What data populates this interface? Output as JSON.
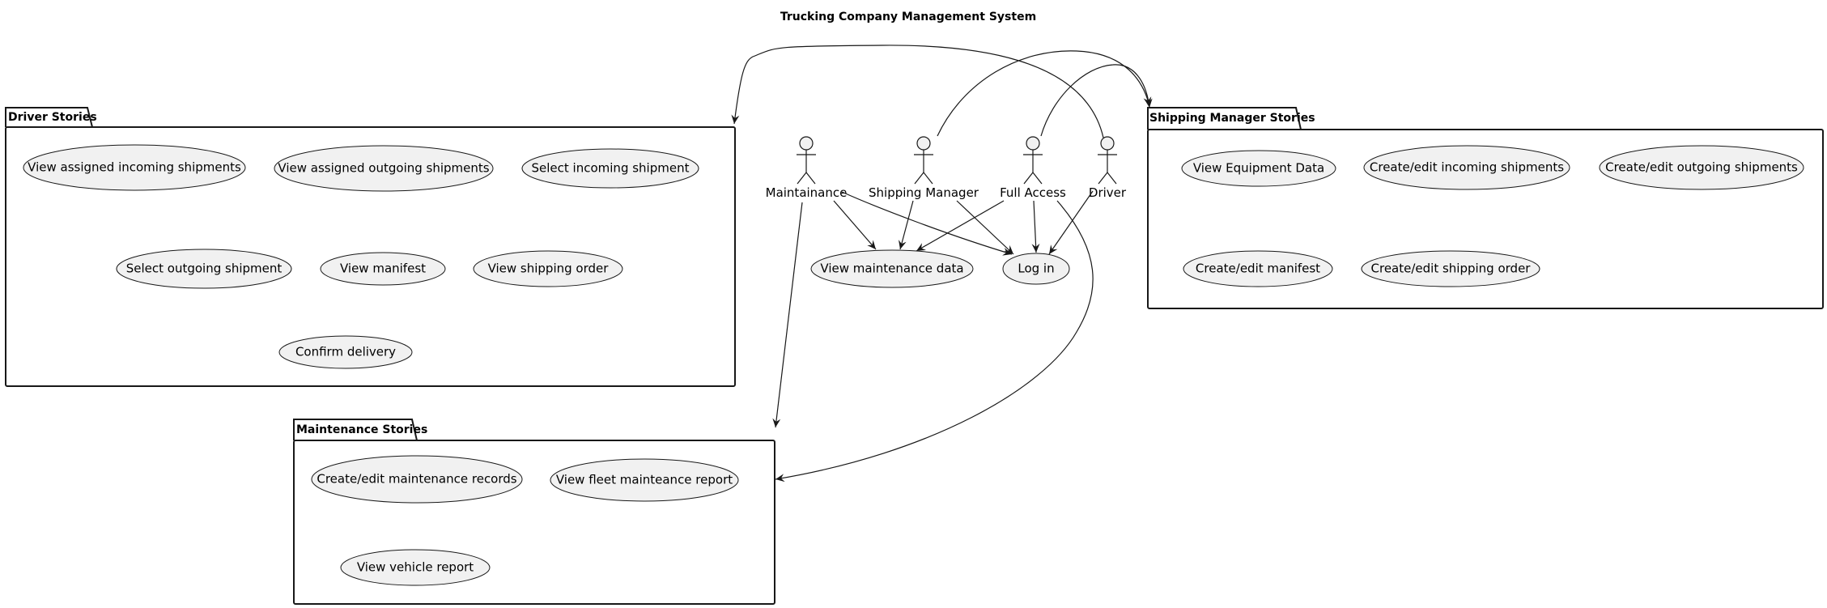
{
  "title": "Trucking Company Management System",
  "packages": {
    "driver": {
      "title": "Driver Stories",
      "use_cases": [
        "View assigned incoming shipments",
        "View assigned outgoing shipments",
        "Select incoming shipment",
        "Select outgoing shipment",
        "View manifest",
        "View shipping order",
        "Confirm delivery"
      ]
    },
    "shipping": {
      "title": "Shipping Manager Stories",
      "use_cases": [
        "View Equipment Data",
        "Create/edit incoming shipments",
        "Create/edit outgoing shipments",
        "Create/edit manifest",
        "Create/edit shipping order"
      ]
    },
    "maintenance": {
      "title": "Maintenance Stories",
      "use_cases": [
        "Create/edit maintenance records",
        "View fleet mainteance report",
        "View vehicle report"
      ]
    }
  },
  "actors": [
    "Maintainance",
    "Shipping Manager",
    "Full Access",
    "Driver"
  ],
  "shared_use_cases": [
    "View maintenance data",
    "Log in"
  ]
}
